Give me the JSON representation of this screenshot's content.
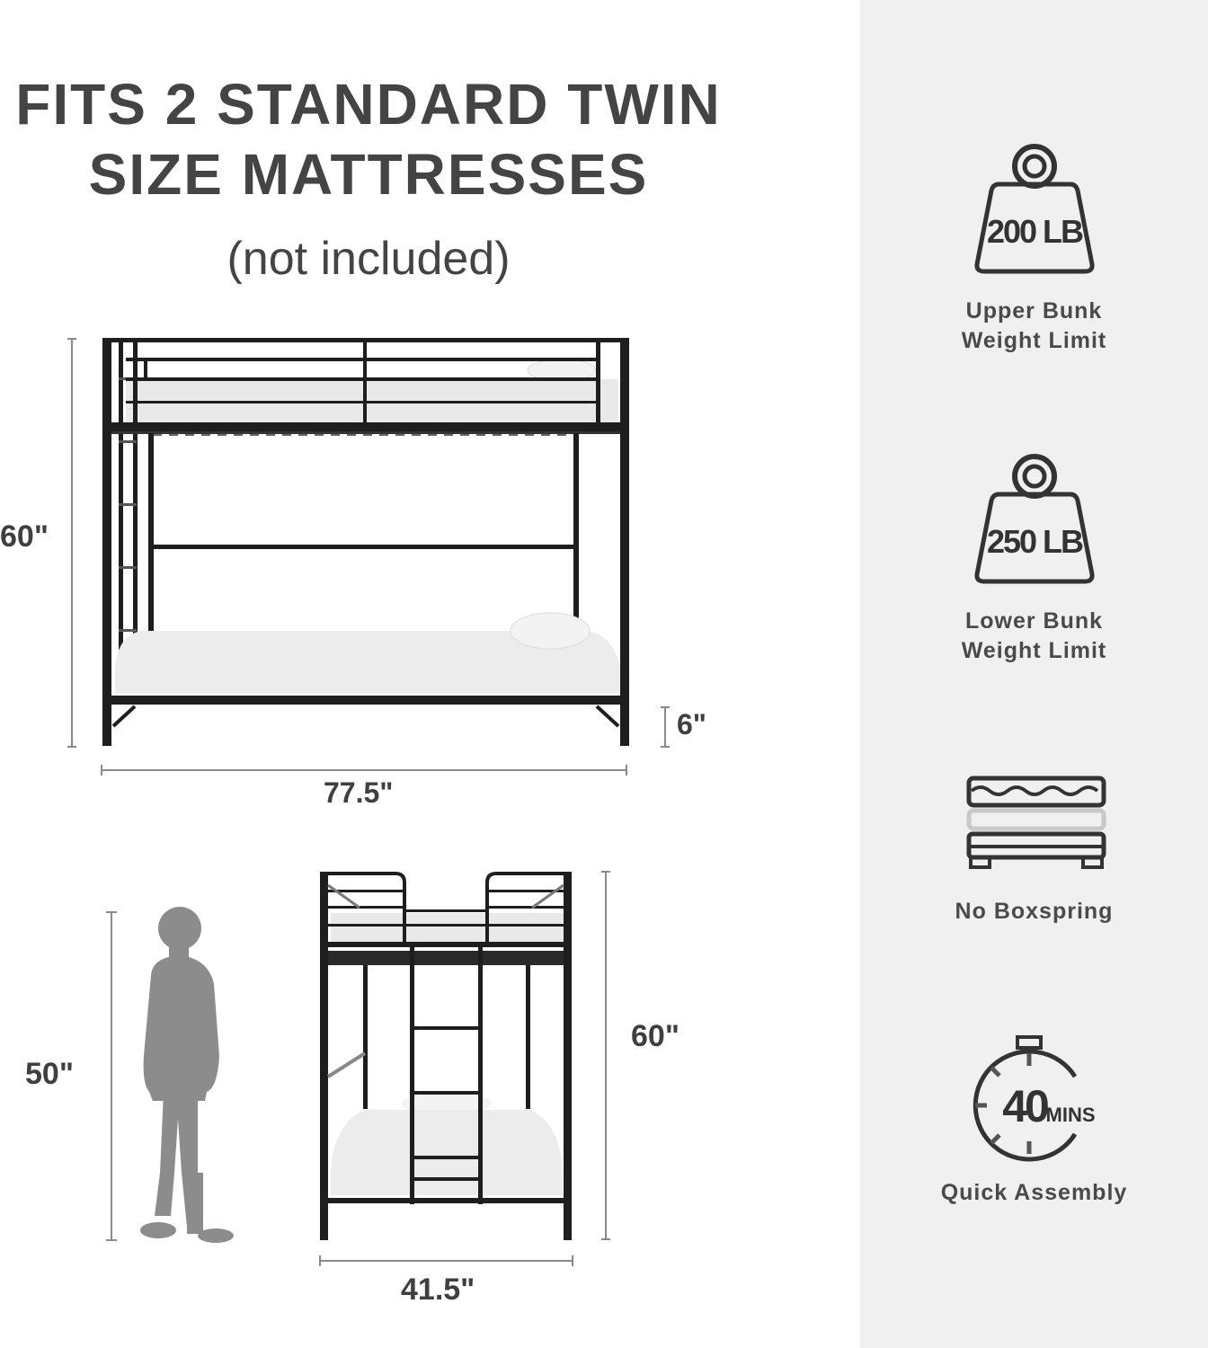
{
  "headline": {
    "line1": "FITS 2 STANDARD TWIN",
    "line2": "SIZE MATTRESSES",
    "subtitle": "(not included)"
  },
  "diagram_side": {
    "height_label": "60\"",
    "length_label": "77.5\"",
    "clearance_label": "6\""
  },
  "diagram_front": {
    "person_height_label": "50\"",
    "bed_height_label": "60\"",
    "width_label": "41.5\""
  },
  "features": [
    {
      "icon": "weight-icon",
      "icon_text": "200 LB",
      "label_line1": "Upper Bunk",
      "label_line2": "Weight Limit"
    },
    {
      "icon": "weight-icon",
      "icon_text": "250 LB",
      "label_line1": "Lower Bunk",
      "label_line2": "Weight Limit"
    },
    {
      "icon": "mattress-stack-icon",
      "icon_text": "",
      "label_line1": "No Boxspring",
      "label_line2": ""
    },
    {
      "icon": "stopwatch-icon",
      "icon_text": "40",
      "icon_subtext": "MINS",
      "label_line1": "Quick Assembly",
      "label_line2": ""
    }
  ],
  "colors": {
    "text": "#444444",
    "panel_bg": "#f0f0f0",
    "frame": "#1e1e1e",
    "mattress": "#ececec",
    "dimension_line": "#8a8a8a",
    "silhouette": "#8c8c8c"
  }
}
